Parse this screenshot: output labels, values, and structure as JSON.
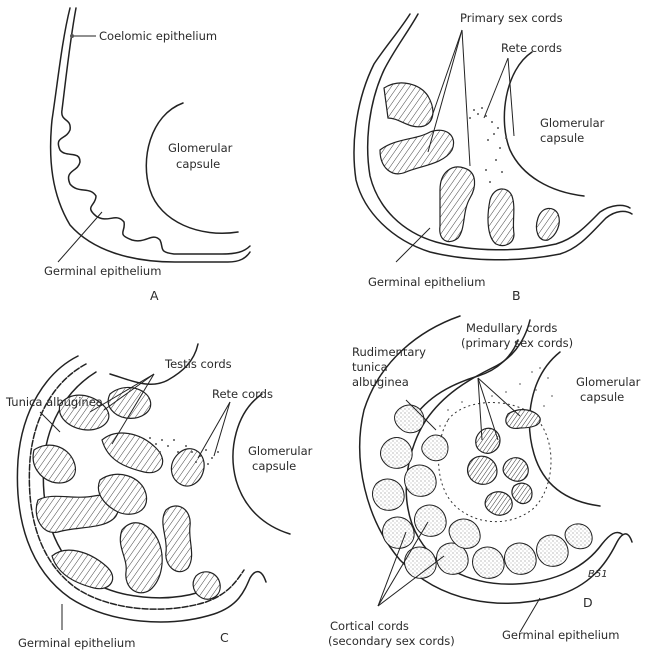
{
  "panels": [
    {
      "id": "A",
      "letter": "A",
      "labels": {
        "coelomic_epithelium": "Coelomic epithelium",
        "glomerular_1": "Glomerular",
        "glomerular_2": "capsule",
        "germinal_epithelium": "Germinal epithelium"
      }
    },
    {
      "id": "B",
      "letter": "B",
      "labels": {
        "primary_sex_cords": "Primary sex cords",
        "rete_cords": "Rete cords",
        "glomerular_1": "Glomerular",
        "glomerular_2": "capsule",
        "germinal_epithelium": "Germinal epithelium"
      }
    },
    {
      "id": "C",
      "letter": "C",
      "labels": {
        "tunica_albuginea": "Tunica albuginea",
        "testis_cords": "Testis cords",
        "rete_cords": "Rete cords",
        "glomerular_1": "Glomerular",
        "glomerular_2": "capsule",
        "germinal_epithelium": "Germinal epithelium"
      }
    },
    {
      "id": "D",
      "letter": "D",
      "labels": {
        "medullary_1": "Medullary cords",
        "medullary_2": "(primary sex cords)",
        "rudimentary_1": "Rudimentary",
        "rudimentary_2": "tunica",
        "rudimentary_3": "albuginea",
        "glomerular_1": "Glomerular",
        "glomerular_2": "capsule",
        "cortical_1": "Cortical cords",
        "cortical_2": "(secondary sex cords)",
        "germinal_epithelium": "Germinal epithelium",
        "signature": "B51"
      }
    }
  ]
}
